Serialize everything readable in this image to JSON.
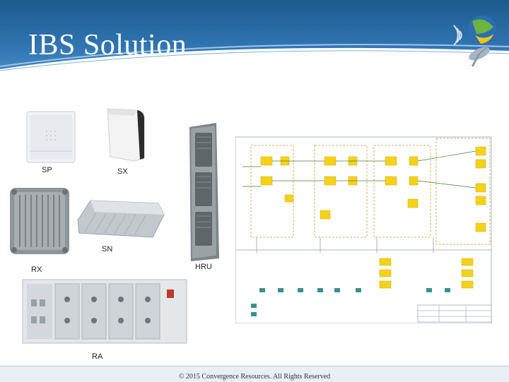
{
  "slide": {
    "title": "IBS Solution",
    "footer": "© 2015 Convergence Resources. All Rights Reserved"
  },
  "devices": {
    "sp": "SP",
    "sx": "SX",
    "sn": "SN",
    "rx": "RX",
    "hru": "HRU",
    "ra": "RA"
  },
  "colors": {
    "header_top": "#1c5a8e",
    "header_bottom": "#4b8fca",
    "diagram_block": "#f5d21a",
    "logo_green": "#6cb33f",
    "logo_blue": "#2a6fb4"
  },
  "icons": [
    "company-logo-icon",
    "wireless-signal-icon",
    "satellite-dish-icon"
  ]
}
